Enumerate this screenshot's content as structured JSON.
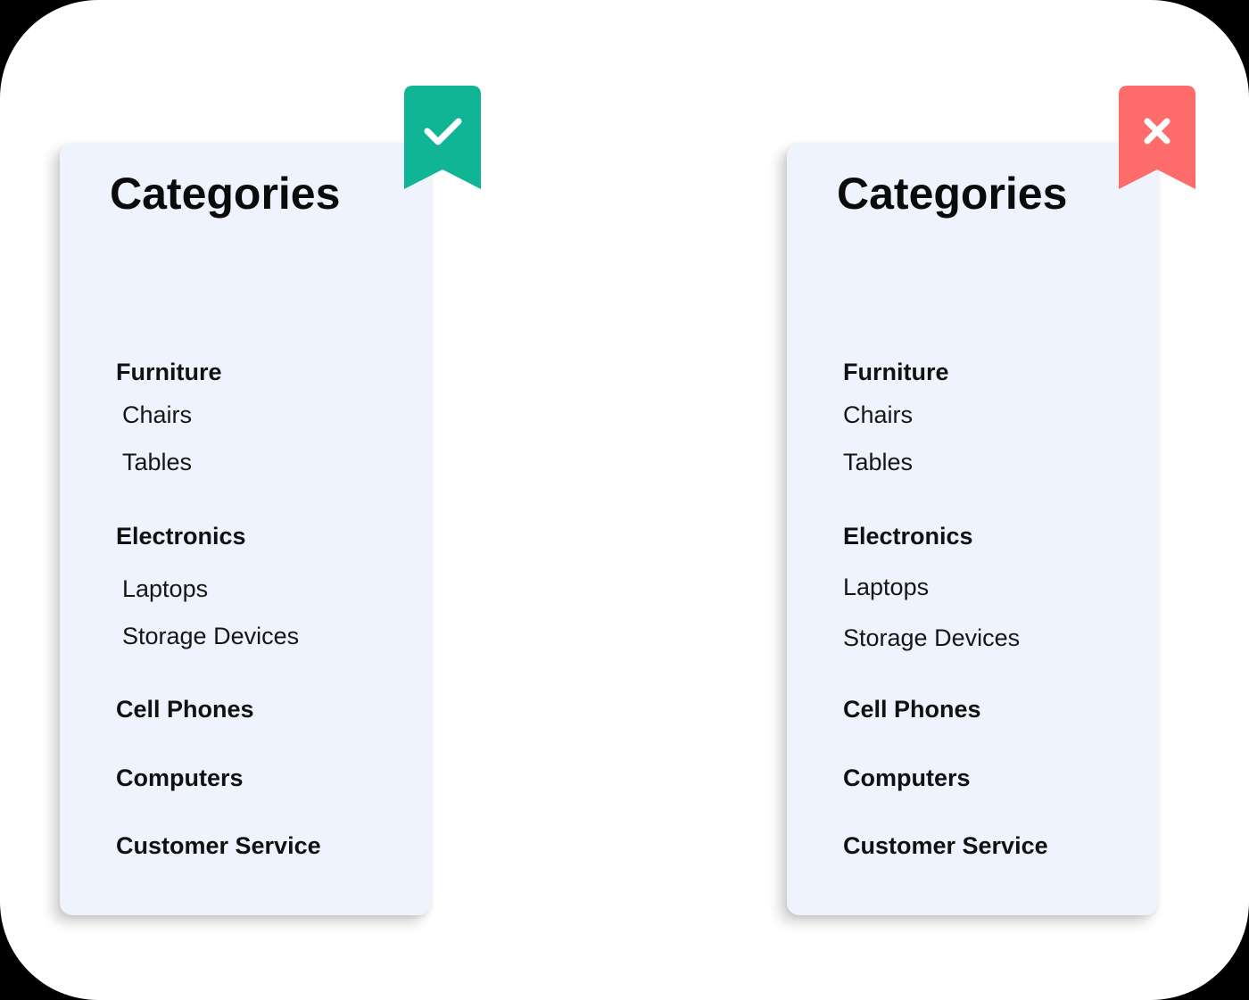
{
  "colors": {
    "panel_bg": "#eff3fd",
    "good_ribbon": "#10b596",
    "bad_ribbon": "#fd6b6b",
    "text": "#111111"
  },
  "left_panel": {
    "title": "Categories",
    "badge_icon": "checkmark-icon",
    "groups": [
      {
        "label": "Furniture",
        "children": [
          "Chairs",
          "Tables"
        ]
      },
      {
        "label": "Electronics",
        "children": [
          "Laptops",
          "Storage Devices"
        ]
      },
      {
        "label": "Cell Phones",
        "children": []
      },
      {
        "label": "Computers",
        "children": []
      },
      {
        "label": "Customer Service",
        "children": []
      }
    ]
  },
  "right_panel": {
    "title": "Categories",
    "badge_icon": "cross-icon",
    "groups": [
      {
        "label": "Furniture",
        "children": [
          "Chairs",
          "Tables"
        ]
      },
      {
        "label": "Electronics",
        "children": [
          "Laptops",
          "Storage Devices"
        ]
      },
      {
        "label": "Cell Phones",
        "children": []
      },
      {
        "label": "Computers",
        "children": []
      },
      {
        "label": "Customer Service",
        "children": []
      }
    ]
  }
}
